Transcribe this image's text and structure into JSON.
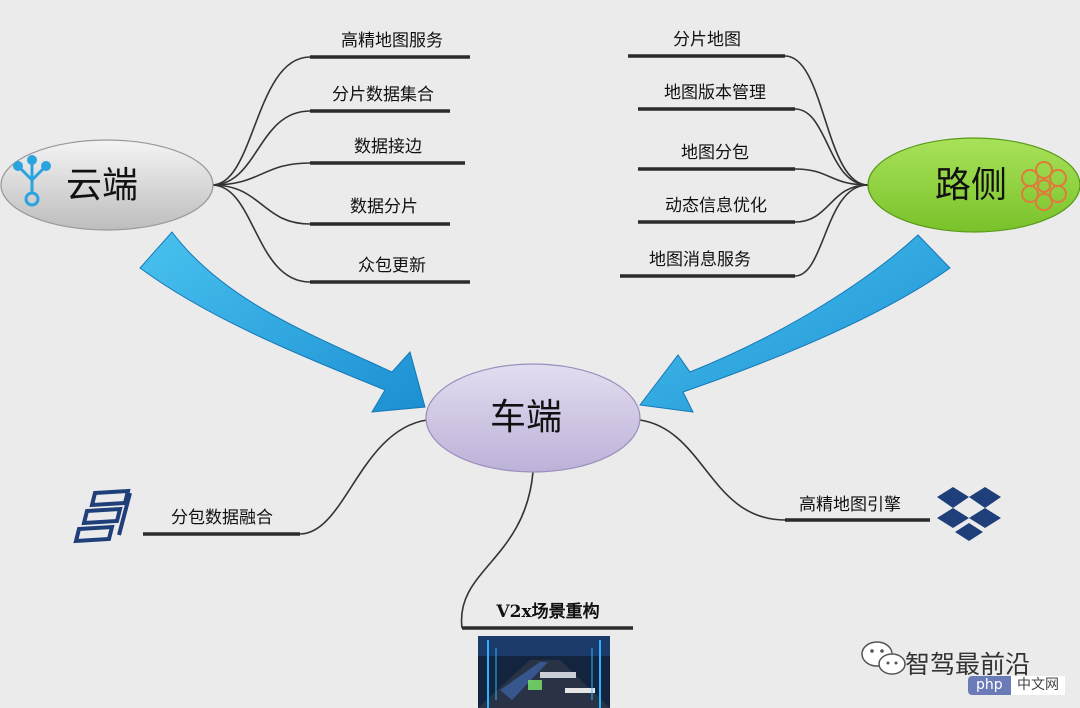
{
  "cloud": {
    "title": "云端",
    "items": [
      "高精地图服务",
      "分片数据集合",
      "数据接边",
      "数据分片",
      "众包更新"
    ]
  },
  "roadside": {
    "title": "路侧",
    "items": [
      "分片地图",
      "地图版本管理",
      "地图分包",
      "动态信息优化",
      "地图消息服务"
    ]
  },
  "vehicle": {
    "title": "车端",
    "items": [
      "分包数据融合",
      "V2x场景重构",
      "高精地图引擎"
    ]
  },
  "watermark": {
    "text": "智驾最前沿",
    "php": "php",
    "cn": "中文网"
  },
  "colors": {
    "cloud_node": "#cfcfcf",
    "roadside_node": "#8fd13e",
    "vehicle_node": "#cdc3e2",
    "arrow": "#27a9e1",
    "underline": "#2b2b2b",
    "icon": "#1f3f7a"
  }
}
